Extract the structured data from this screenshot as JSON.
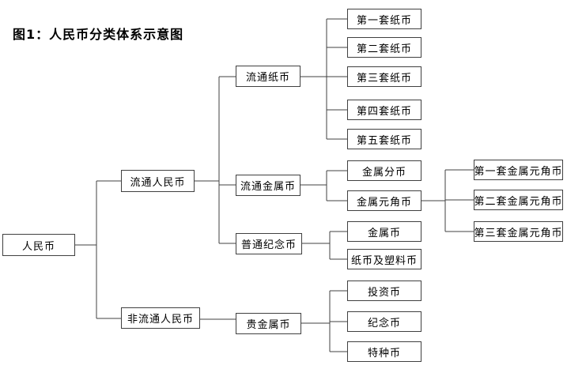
{
  "figure": {
    "title": "图1：人民币分类体系示意图"
  },
  "colors": {
    "background": "#ffffff",
    "box_border": "#404040",
    "connector_line": "#404040",
    "text": "#000000"
  },
  "tree": {
    "label": "人民币",
    "children": [
      {
        "label": "流通人民币",
        "children": [
          {
            "label": "流通纸币",
            "children": [
              {
                "label": "第一套纸币"
              },
              {
                "label": "第二套纸币"
              },
              {
                "label": "第三套纸币"
              },
              {
                "label": "第四套纸币"
              },
              {
                "label": "第五套纸币"
              }
            ]
          },
          {
            "label": "流通金属币",
            "children": [
              {
                "label": "金属分币"
              },
              {
                "label": "金属元角币",
                "children": [
                  {
                    "label": "第一套金属元角币"
                  },
                  {
                    "label": "第二套金属元角币"
                  },
                  {
                    "label": "第三套金属元角币"
                  }
                ]
              }
            ]
          },
          {
            "label": "普通纪念币",
            "children": [
              {
                "label": "金属币"
              },
              {
                "label": "纸币及塑料币"
              }
            ]
          }
        ]
      },
      {
        "label": "非流通人民币",
        "children": [
          {
            "label": "贵金属币",
            "children": [
              {
                "label": "投资币"
              },
              {
                "label": "纪念币"
              },
              {
                "label": "特种币"
              }
            ]
          }
        ]
      }
    ]
  }
}
